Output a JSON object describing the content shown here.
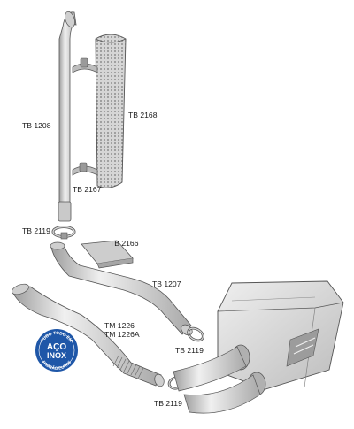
{
  "parts": [
    {
      "id": "tb1208",
      "code": "TB 1208"
    },
    {
      "id": "tb2168",
      "code": "TB 2168"
    },
    {
      "id": "tb2167",
      "code": "TB 2167"
    },
    {
      "id": "tb2119_top",
      "code": "TB 2119"
    },
    {
      "id": "tb2166",
      "code": "TB 2166"
    },
    {
      "id": "tb1207",
      "code": "TB 1207"
    },
    {
      "id": "tm1226",
      "code": "TM 1226"
    },
    {
      "id": "tm1226a",
      "code": "TM 1226A"
    },
    {
      "id": "tb2119_mid",
      "code": "TB 2119"
    },
    {
      "id": "tb2119_bottom",
      "code": "TB 2119"
    }
  ],
  "badge": {
    "top_text": "TUBO TODO EM",
    "main_line1": "AÇO",
    "main_line2": "INOX",
    "bottom_text": "PADRÃO EURO5"
  },
  "colors": {
    "pipe_light": "#e2e2e2",
    "pipe_mid": "#bdbdbd",
    "pipe_dark": "#8d8d8d",
    "outline": "#555555",
    "badge_blue": "#1f57a8"
  }
}
